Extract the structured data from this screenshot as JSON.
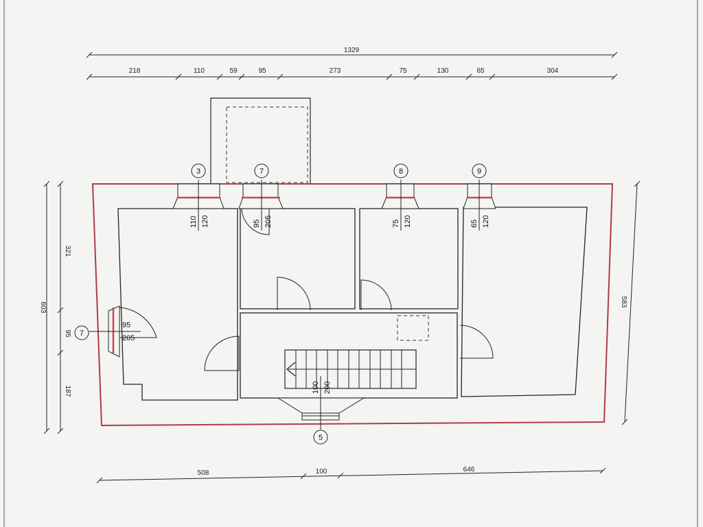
{
  "dimensions": {
    "top_total": "1329",
    "top_segments": [
      "218",
      "110",
      "59",
      "95",
      "273",
      "75",
      "130",
      "65",
      "304"
    ],
    "left_total": "603",
    "left_segments": [
      "321",
      "95",
      "187"
    ],
    "right_total": "583",
    "bottom_segments": [
      "508",
      "100",
      "646"
    ]
  },
  "openings": [
    {
      "mark": "3",
      "width": "110",
      "height": "120"
    },
    {
      "mark": "7",
      "width": "95",
      "height": "205"
    },
    {
      "mark": "8",
      "width": "75",
      "height": "120"
    },
    {
      "mark": "9",
      "width": "65",
      "height": "120"
    },
    {
      "mark": "7",
      "width": "95",
      "height": "205"
    },
    {
      "mark": "5",
      "width": "100",
      "height": "200"
    }
  ],
  "colors": {
    "outer_wall": "#b03a48",
    "lines": "#222222",
    "opening_highlight": "#c04a58",
    "paper": "#f4f4f2"
  }
}
